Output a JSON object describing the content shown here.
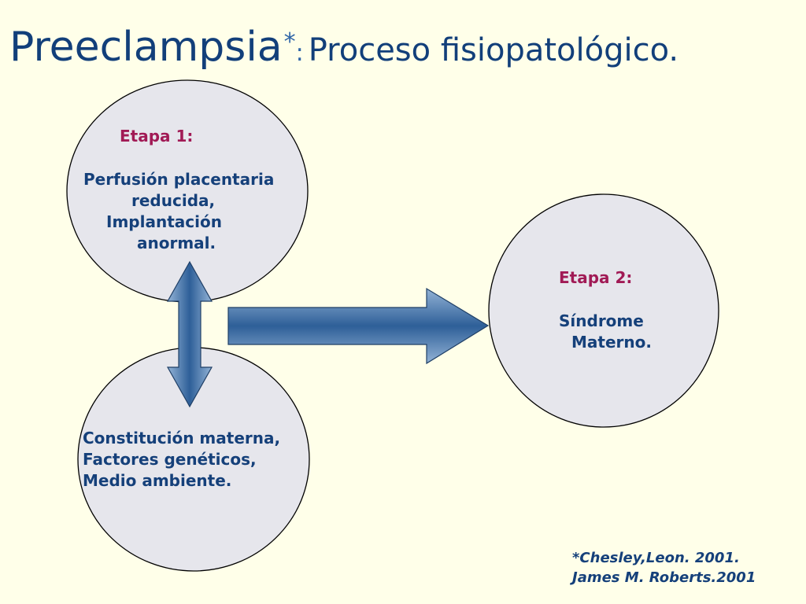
{
  "title": {
    "main": "Preeclampsia",
    "asterisk": "*",
    "colon": ":",
    "subtitle": "Proceso fisiopatológico."
  },
  "stage1": {
    "heading": "Etapa 1:",
    "lines": [
      "Perfusión placentaria",
      "reducida,",
      "Implantación",
      "anormal."
    ]
  },
  "factors": {
    "lines": [
      "Constitución materna,",
      "Factores genéticos,",
      "Medio ambiente."
    ]
  },
  "stage2": {
    "heading": "Etapa 2:",
    "lines": [
      "Síndrome",
      "Materno."
    ]
  },
  "reference": {
    "lines": [
      "*Chesley,Leon. 2001.",
      "James M. Roberts.2001"
    ]
  },
  "colors": {
    "background": "#ffffe9",
    "title": "#123f7a",
    "stage_heading": "#a11a55",
    "body_text": "#15407a",
    "circle_fill": "#e6e6ec",
    "arrow_fill": "#4a78ad"
  }
}
